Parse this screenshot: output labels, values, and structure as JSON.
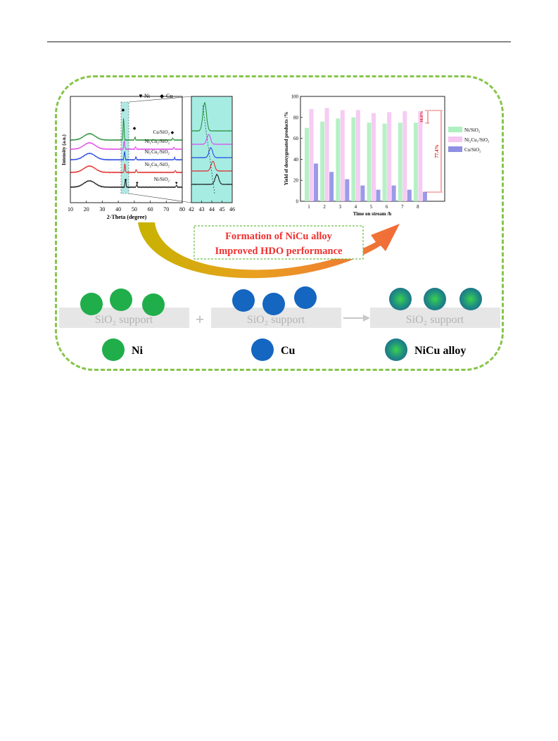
{
  "xrd": {
    "legend_ni": "Ni",
    "legend_cu": "Cu",
    "xlabel": "2-Theta (degree)",
    "ylabel": "Intensity (a.u.)",
    "xticks": [
      "10",
      "20",
      "30",
      "40",
      "50",
      "60",
      "70",
      "80"
    ],
    "inset_xticks": [
      "42",
      "43",
      "44",
      "45",
      "46"
    ],
    "traces": [
      {
        "label": "Cu/SiO₂",
        "color": "#1e8b2e"
      },
      {
        "label": "Ni₁Cu₂/SiO₂",
        "color": "#e040e8"
      },
      {
        "label": "Ni₁Cu₁/SiO₂",
        "color": "#1f3ee0"
      },
      {
        "label": "Ni₂Cu₁/SiO₂",
        "color": "#e02020"
      },
      {
        "label": "Ni/SiO₂",
        "color": "#111111"
      }
    ]
  },
  "chart_data": {
    "type": "bar",
    "categories": [
      "1",
      "2",
      "3",
      "4",
      "5",
      "6",
      "7",
      "8"
    ],
    "xlabel": "Time on stream /h",
    "ylabel": "Yield of deoxygenated products /%",
    "ylim": [
      0,
      100
    ],
    "yticks": [
      "0",
      "20",
      "40",
      "60",
      "80",
      "100"
    ],
    "series": [
      {
        "name": "Ni/SiO₂",
        "color": "#aef0c0",
        "values": [
          70,
          76,
          79,
          80,
          75,
          74,
          75,
          75
        ]
      },
      {
        "name": "Ni₂Cu₁/SiO₂",
        "color": "#f5c6f2",
        "values": [
          88,
          89,
          87,
          87,
          84,
          85,
          86,
          86
        ]
      },
      {
        "name": "Cu/SiO₂",
        "color": "#8f8fe3",
        "values": [
          36,
          28,
          21,
          15,
          11,
          15,
          11,
          9
        ]
      }
    ],
    "annotations": [
      "10.8%",
      "77.4%"
    ]
  },
  "banner": {
    "line1": "Formation of NiCu alloy",
    "line2": "Improved HDO performance"
  },
  "scheme": {
    "support_label": "SiO₂ support",
    "plus": "+",
    "legend": [
      {
        "label": "Ni",
        "color": "#1fae4a"
      },
      {
        "label": "Cu",
        "color": "#1466c0"
      },
      {
        "label": "NiCu alloy",
        "color": "#1f8a7a"
      }
    ]
  }
}
